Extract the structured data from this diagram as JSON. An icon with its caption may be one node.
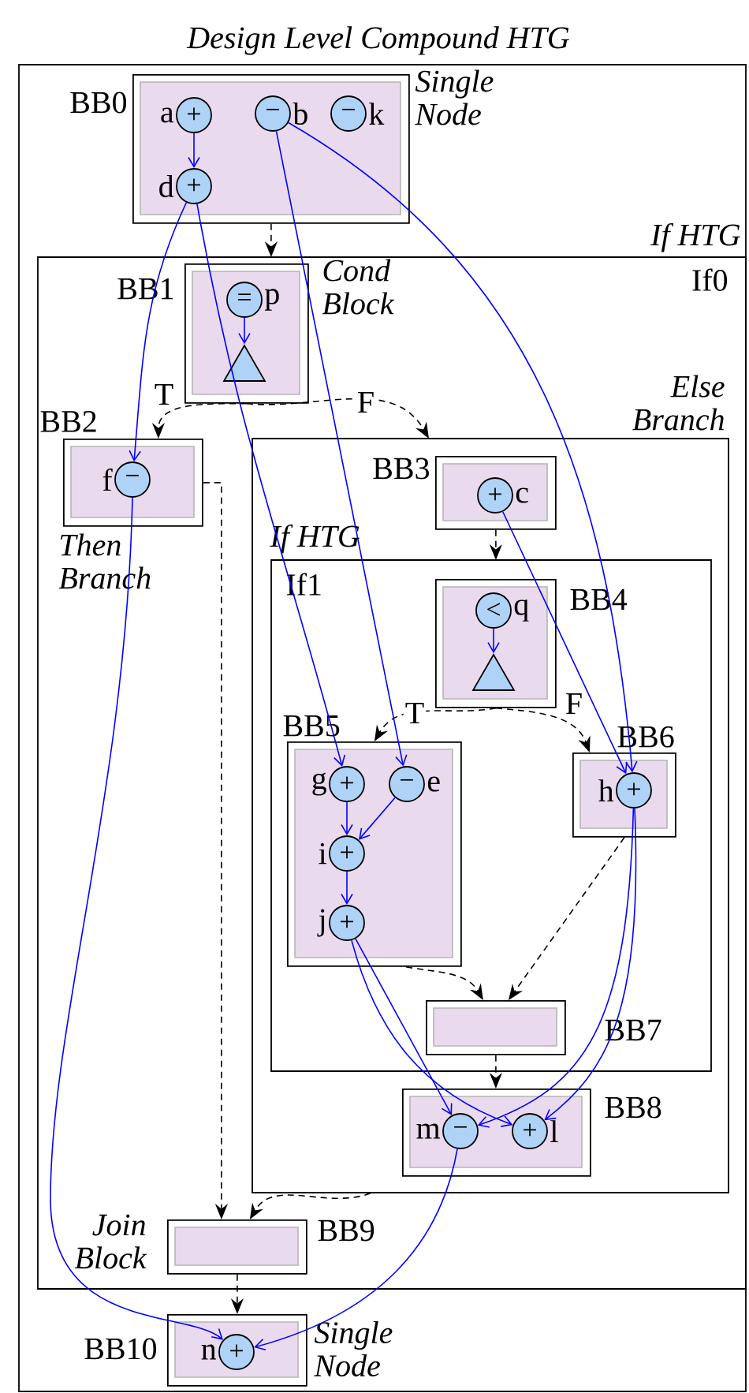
{
  "diagram": {
    "nodes": [
      {
        "text": [
          "Design Level Compound HTG"
        ]
      },
      {
        "text": [
          "BB0",
          "Single Node"
        ],
        "in": 0
      },
      {
        "text": [
          "+"
        ],
        "beside": [
          "a"
        ],
        "in": 1
      },
      {
        "text": [
          "−"
        ],
        "beside": [
          "b"
        ],
        "in": 1
      },
      {
        "text": [
          "−"
        ],
        "beside": [
          "k"
        ],
        "in": 1
      },
      {
        "text": [
          "+"
        ],
        "beside": [
          "d"
        ],
        "in": 1
      },
      {
        "text": [
          "If HTG",
          "If0"
        ],
        "in": 0
      },
      {
        "text": [
          "BB1",
          "Cond Block"
        ],
        "in": 6
      },
      {
        "text": [
          "="
        ],
        "beside": [
          "p"
        ],
        "in": 7
      },
      {
        "text": [],
        "shape": "triangle",
        "in": 7
      },
      {
        "text": [
          "BB2",
          "Then Branch"
        ],
        "in": 6
      },
      {
        "text": [
          "−"
        ],
        "beside": [
          "f"
        ],
        "in": 10
      },
      {
        "text": [
          "Else Branch"
        ],
        "in": 6
      },
      {
        "text": [
          "BB3"
        ],
        "in": 12
      },
      {
        "text": [
          "+"
        ],
        "beside": [
          "c"
        ],
        "in": 13
      },
      {
        "text": [
          "If HTG",
          "If1"
        ],
        "in": 12
      },
      {
        "text": [
          "BB4"
        ],
        "in": 15
      },
      {
        "text": [
          "<"
        ],
        "beside": [
          "q"
        ],
        "in": 16
      },
      {
        "text": [],
        "shape": "triangle",
        "in": 16
      },
      {
        "text": [
          "BB5"
        ],
        "in": 15
      },
      {
        "text": [
          "+"
        ],
        "beside": [
          "g"
        ],
        "in": 19
      },
      {
        "text": [
          "−"
        ],
        "beside": [
          "e"
        ],
        "in": 19
      },
      {
        "text": [
          "+"
        ],
        "beside": [
          "i"
        ],
        "in": 19
      },
      {
        "text": [
          "+"
        ],
        "beside": [
          "j"
        ],
        "in": 19
      },
      {
        "text": [
          "BB6"
        ],
        "in": 15
      },
      {
        "text": [
          "+"
        ],
        "beside": [
          "h"
        ],
        "in": 24
      },
      {
        "text": [
          "BB7"
        ],
        "in": 15
      },
      {
        "text": [
          "BB8"
        ],
        "in": 12
      },
      {
        "text": [
          "−"
        ],
        "beside": [
          "m"
        ],
        "in": 27
      },
      {
        "text": [
          "+"
        ],
        "beside": [
          "l"
        ],
        "in": 27
      },
      {
        "text": [
          "Join Block",
          "BB9"
        ],
        "in": 6
      },
      {
        "text": [
          "BB10",
          "Single Node"
        ],
        "in": 0
      },
      {
        "text": [
          "+"
        ],
        "beside": [
          "n"
        ],
        "in": 31
      }
    ],
    "edges": [
      {
        "from": 1,
        "to": 6,
        "arrow": "to",
        "style": "dashed",
        "color": "#000000"
      },
      {
        "from": 7,
        "to": 10,
        "arrow": "to",
        "label": "T",
        "style": "dashed",
        "color": "#000000"
      },
      {
        "from": 7,
        "to": 12,
        "arrow": "to",
        "label": "F",
        "style": "dashed",
        "color": "#000000"
      },
      {
        "from": 10,
        "to": 30,
        "arrow": "to",
        "style": "dashed",
        "color": "#000000"
      },
      {
        "from": 12,
        "to": 30,
        "arrow": "to",
        "style": "dashed",
        "color": "#000000"
      },
      {
        "from": 13,
        "to": 15,
        "arrow": "to",
        "style": "dashed",
        "color": "#000000"
      },
      {
        "from": 16,
        "to": 19,
        "arrow": "to",
        "label": "T",
        "style": "dashed",
        "color": "#000000"
      },
      {
        "from": 16,
        "to": 24,
        "arrow": "to",
        "label": "F",
        "style": "dashed",
        "color": "#000000"
      },
      {
        "from": 19,
        "to": 26,
        "arrow": "to",
        "style": "dashed",
        "color": "#000000"
      },
      {
        "from": 24,
        "to": 26,
        "arrow": "to",
        "style": "dashed",
        "color": "#000000"
      },
      {
        "from": 26,
        "to": 27,
        "arrow": "to",
        "style": "dashed",
        "color": "#000000"
      },
      {
        "from": 30,
        "to": 31,
        "arrow": "to",
        "style": "dashed",
        "color": "#000000"
      },
      {
        "from": 2,
        "to": 5,
        "arrow": "to"
      },
      {
        "from": 3,
        "to": 21,
        "arrow": "to"
      },
      {
        "from": 3,
        "to": 25,
        "arrow": "to"
      },
      {
        "from": 5,
        "to": 11,
        "arrow": "to"
      },
      {
        "from": 5,
        "to": 20,
        "arrow": "to"
      },
      {
        "from": 8,
        "to": 9,
        "arrow": "to"
      },
      {
        "from": 17,
        "to": 18,
        "arrow": "to"
      },
      {
        "from": 14,
        "to": 25,
        "arrow": "to"
      },
      {
        "from": 20,
        "to": 22,
        "arrow": "to"
      },
      {
        "from": 21,
        "to": 22,
        "arrow": "to"
      },
      {
        "from": 22,
        "to": 23,
        "arrow": "to"
      },
      {
        "from": 23,
        "to": 28,
        "arrow": "to"
      },
      {
        "from": 23,
        "to": 29,
        "arrow": "to"
      },
      {
        "from": 25,
        "to": 28,
        "arrow": "to"
      },
      {
        "from": 25,
        "to": 29,
        "arrow": "to"
      },
      {
        "from": 11,
        "to": 32,
        "arrow": "to"
      },
      {
        "from": 28,
        "to": 32,
        "arrow": "to"
      }
    ]
  }
}
